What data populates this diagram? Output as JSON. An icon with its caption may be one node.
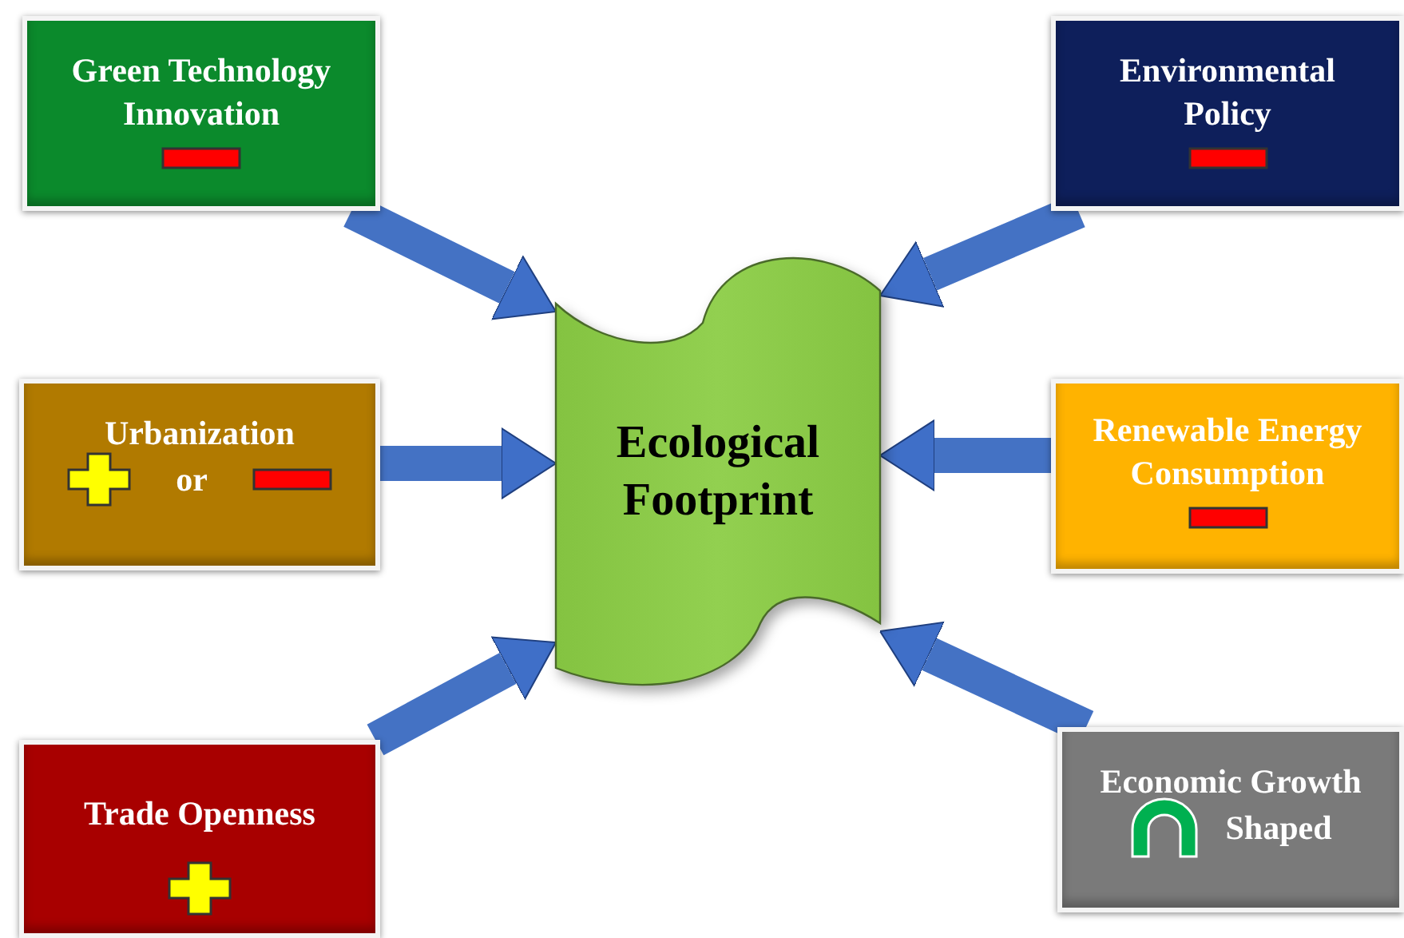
{
  "diagram": {
    "nodes": [
      {
        "text": [
          "Green Technology Innovation"
        ]
      },
      {
        "text": [
          "Environmental Policy"
        ]
      },
      {
        "text": [
          "Ecological Footprint"
        ]
      },
      {
        "text": [
          "Urbanization",
          "or"
        ]
      },
      {
        "text": [
          "Renewable Energy Consumption"
        ]
      },
      {
        "text": [
          "Trade Openness"
        ]
      },
      {
        "text": [
          "Economic Growth",
          "Shaped"
        ]
      }
    ],
    "edges": [
      {
        "from": 0,
        "to": 2,
        "arrow": "to"
      },
      {
        "from": 1,
        "to": 2,
        "arrow": "to"
      },
      {
        "from": 3,
        "to": 2,
        "arrow": "to"
      },
      {
        "from": 4,
        "to": 2,
        "arrow": "to"
      },
      {
        "from": 5,
        "to": 2,
        "arrow": "to"
      },
      {
        "from": 6,
        "to": 2,
        "arrow": "to"
      }
    ]
  }
}
